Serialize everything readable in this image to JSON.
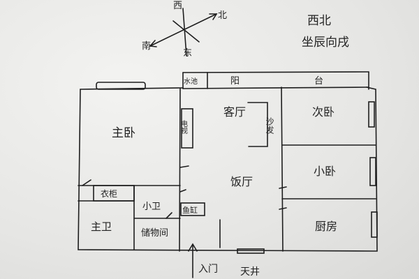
{
  "header": {
    "line1": "西北",
    "line2": "坐辰向戌"
  },
  "compass": {
    "north": "北",
    "south": "南",
    "west": "西",
    "east": "东"
  },
  "rooms": {
    "master_bedroom": "主卧",
    "living_room": "客厅",
    "sofa": "沙发",
    "second_bedroom": "次卧",
    "small_bedroom": "小卧",
    "dining_room": "饭厅",
    "kitchen": "厨房",
    "wardrobe": "衣柜",
    "small_bathroom": "小卫",
    "master_bathroom": "主卫",
    "storage_room": "储物间",
    "tv": "电视",
    "fish_tank": "鱼缸",
    "water_pool": "水池",
    "balcony_yang": "阳",
    "balcony_tai": "台",
    "entrance": "入门",
    "courtyard": "天井"
  }
}
